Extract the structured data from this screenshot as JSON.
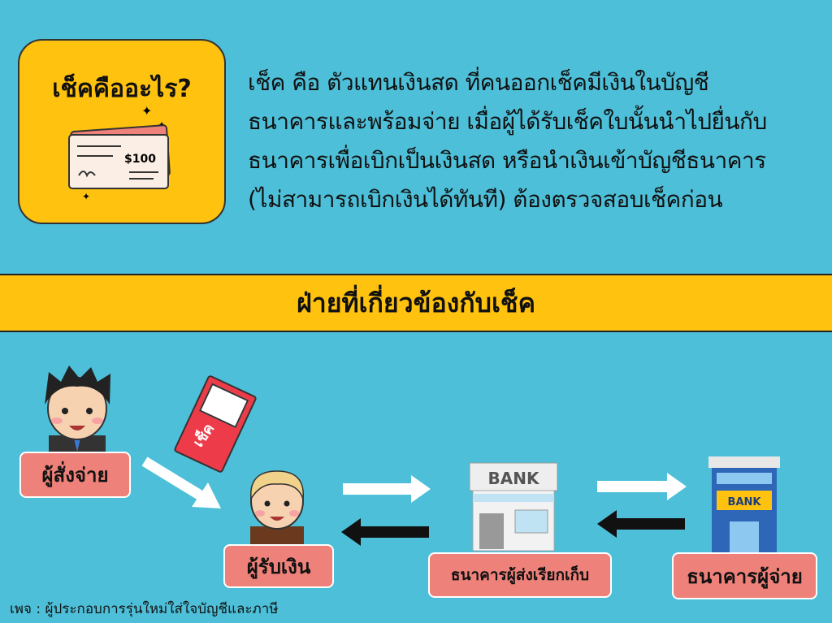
{
  "intro": {
    "title": "เช็คคืออะไร?",
    "check_amount": "$100",
    "paragraph_lines": [
      "เช็ค คือ ตัวแทนเงินสด ที่คนออกเช็คมีเงินในบัญชี",
      "ธนาคารและพร้อมจ่าย เมื่อผู้ได้รับเช็คใบนั้นนำไปยื่นกับ",
      "ธนาคารเพื่อเบิกเป็นเงินสด หรือนำเงินเข้าบัญชีธนาคาร",
      "(ไม่สามารถเบิกเงินได้ทันที) ต้องตรวจสอบเช็คก่อน"
    ]
  },
  "banner": {
    "title": "ฝ่ายที่เกี่ยวข้องกับเช็ค"
  },
  "parties": {
    "drawer": "ผู้สั่งจ่าย",
    "payee": "ผู้รับเงิน",
    "collecting_bank": "ธนาคารผู้ส่งเรียกเก็บ",
    "paying_bank": "ธนาคารผู้จ่าย"
  },
  "check_card_label": "เช็ค",
  "bank_signs": [
    "BANK",
    "BANK"
  ],
  "footer": "เพจ : ผู้ประกอบการรุ่นใหม่ใส่ใจบัญชีและภาษี",
  "colors": {
    "background": "#4dbfd8",
    "yellow": "#ffc20e",
    "label": "#ee8179"
  }
}
